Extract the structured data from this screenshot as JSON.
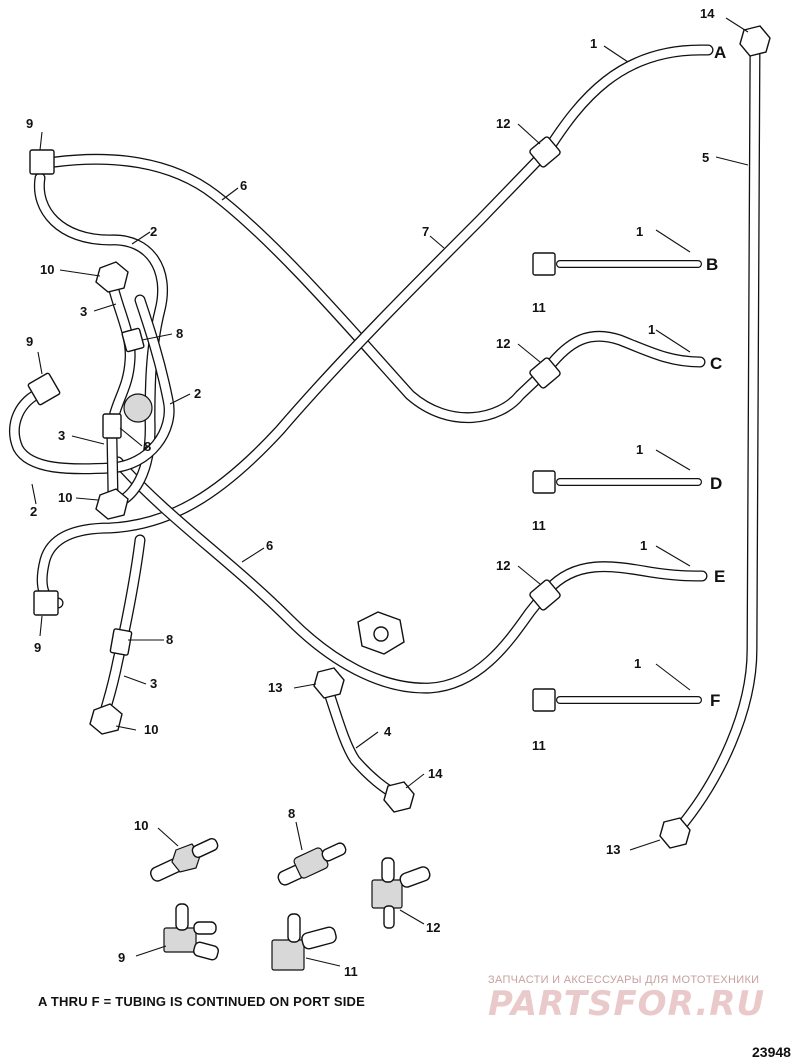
{
  "callouts": {
    "1": "1",
    "2": "2",
    "3": "3",
    "4": "4",
    "5": "5",
    "6": "6",
    "7": "7",
    "8": "8",
    "9": "9",
    "10": "10",
    "11": "11",
    "12": "12",
    "13": "13",
    "14": "14"
  },
  "tube_ends": {
    "a": "A",
    "b": "B",
    "c": "C",
    "d": "D",
    "e": "E",
    "f": "F"
  },
  "footnote": "A THRU F = TUBING IS CONTINUED ON PORT SIDE",
  "drawing_number": "23948",
  "watermark": {
    "tagline": "ЗАПЧАСТИ И АКСЕССУАРЫ ДЛЯ МОТОТЕХНИКИ",
    "logo": "PARTSFOR.RU"
  }
}
